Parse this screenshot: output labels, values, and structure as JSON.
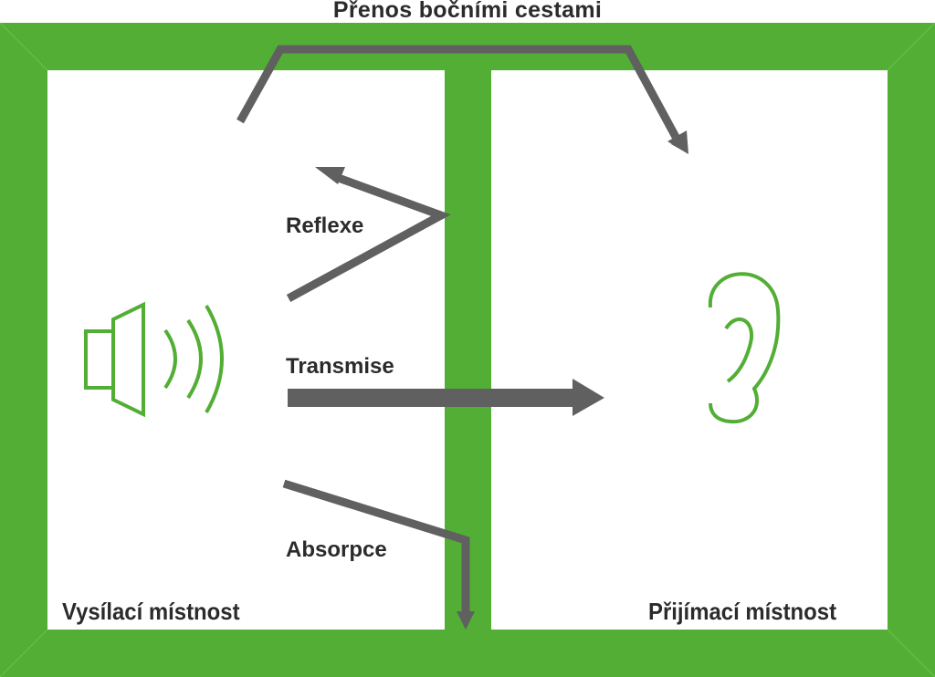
{
  "title": "Přenos bočními cestami",
  "colors": {
    "wall": "#52AE34",
    "wall_edge": "#6BC24F",
    "arrow": "#606060",
    "icon": "#52AE34",
    "text": "#2b2b2b",
    "room": "#ffffff"
  },
  "labels": {
    "reflection": "Reflexe",
    "transmission": "Transmise",
    "absorption": "Absorpce"
  },
  "rooms": {
    "source": "Vysílací místnost",
    "receiving": "Přijímací místnost"
  },
  "icons": {
    "source": "speaker-icon",
    "receiver": "ear-icon"
  }
}
